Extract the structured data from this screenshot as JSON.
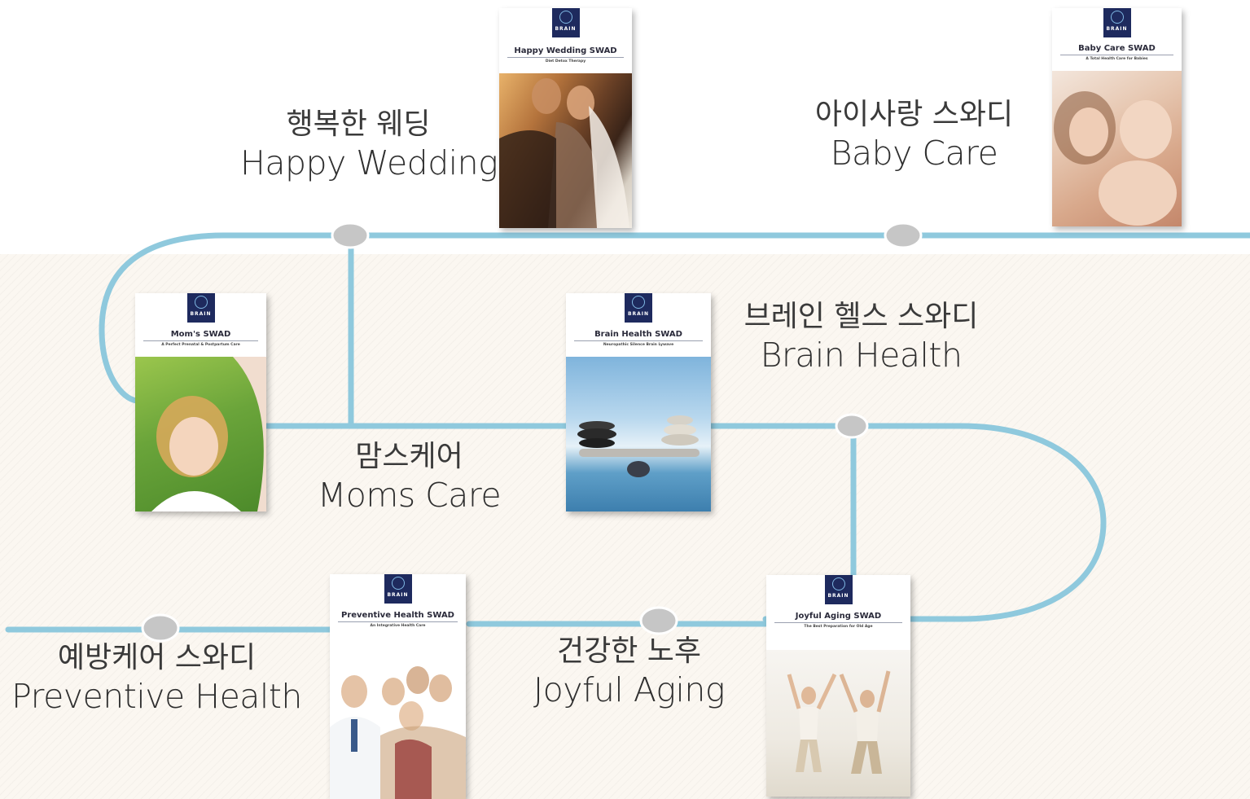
{
  "labels": {
    "happy_wedding": {
      "ko": "행복한 웨딩",
      "en": "Happy Wedding"
    },
    "baby_care": {
      "ko": "아이사랑 스와디",
      "en": "Baby Care"
    },
    "moms_care": {
      "ko": "맘스케어",
      "en": "Moms Care"
    },
    "brain_health": {
      "ko": "브레인 헬스 스와디",
      "en": "Brain Health"
    },
    "preventive_health": {
      "ko": "예방케어 스와디",
      "en": "Preventive Health"
    },
    "joyful_aging": {
      "ko": "건강한 노후",
      "en": "Joyful Aging"
    }
  },
  "books": {
    "wedding": {
      "logo": "BRAIN",
      "title": "Happy Wedding SWAD",
      "subtitle": "Diet Detox Therapy"
    },
    "baby": {
      "logo": "BRAIN",
      "title": "Baby Care SWAD",
      "subtitle": "A Total Health Care for Babies"
    },
    "moms": {
      "logo": "BRAIN",
      "title": "Mom's SWAD",
      "subtitle": "A Perfect Prenatal & Postpartum Care"
    },
    "brain": {
      "logo": "BRAIN",
      "title": "Brain Health SWAD",
      "subtitle": "Neuropathic Silence Brain Lywave"
    },
    "preventive": {
      "logo": "BRAIN",
      "title": "Preventive Health SWAD",
      "subtitle": "An Integrative Health Care"
    },
    "aging": {
      "logo": "BRAIN",
      "title": "Joyful Aging SWAD",
      "subtitle": "The Best Preparation for Old Age"
    }
  },
  "colors": {
    "timeline": "#8fc9dd",
    "node": "#c6c6c6",
    "node_border": "#ffffff",
    "logo_bg": "#1e2a5e"
  },
  "icons": {
    "logo": "brain-lywave-logo-icon"
  }
}
